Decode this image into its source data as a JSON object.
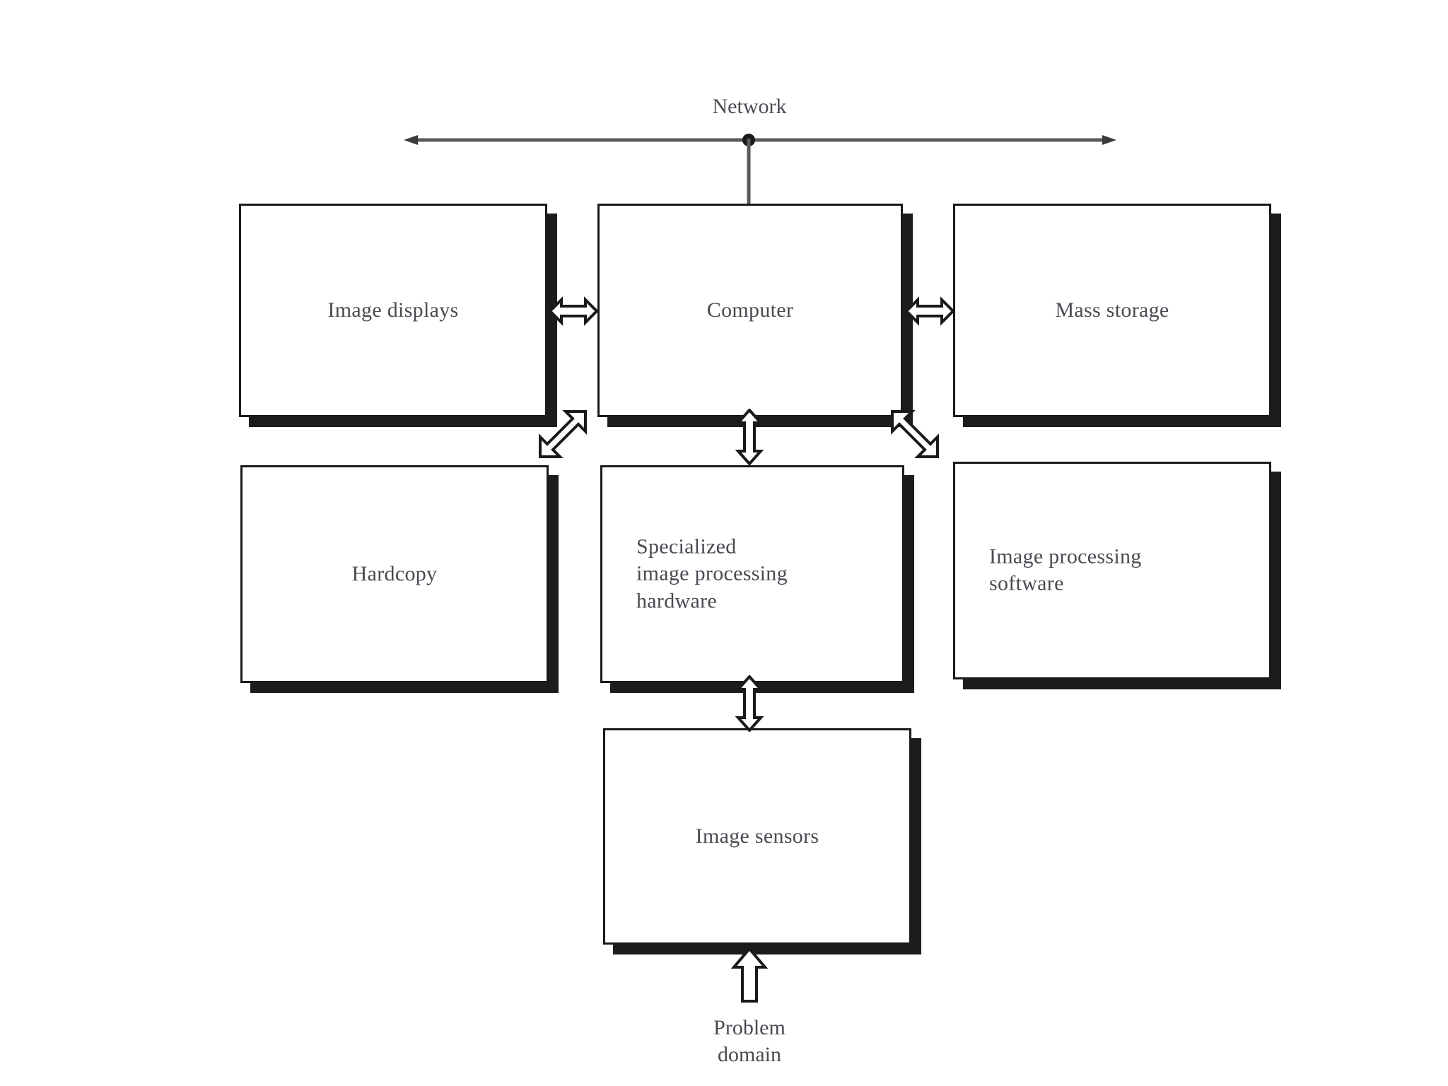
{
  "diagram": {
    "title_label": "Network",
    "problem_domain_label": "Problem\ndomain",
    "nodes": [
      {
        "id": "image-displays",
        "label": "Image displays"
      },
      {
        "id": "computer",
        "label": "Computer"
      },
      {
        "id": "mass-storage",
        "label": "Mass storage"
      },
      {
        "id": "hardcopy",
        "label": "Hardcopy"
      },
      {
        "id": "specialized-hw",
        "label": "Specialized\nimage processing\nhardware"
      },
      {
        "id": "ip-software",
        "label": "Image processing\nsoftware"
      },
      {
        "id": "image-sensors",
        "label": "Image sensors"
      }
    ],
    "connectors": [
      {
        "id": "network-bus",
        "kind": "line-double-arrow-horizontal"
      },
      {
        "id": "network-drop",
        "kind": "line-vertical"
      },
      {
        "id": "displays-computer",
        "kind": "block-arrow-double-horizontal"
      },
      {
        "id": "computer-storage",
        "kind": "block-arrow-double-horizontal"
      },
      {
        "id": "computer-specialized",
        "kind": "block-arrow-double-vertical"
      },
      {
        "id": "displays-hardcopy-diag",
        "kind": "block-arrow-double-diagonal-up-right"
      },
      {
        "id": "storage-software-diag",
        "kind": "block-arrow-double-diagonal-up-left"
      },
      {
        "id": "specialized-sensors",
        "kind": "block-arrow-double-vertical"
      },
      {
        "id": "problem-domain-arrow",
        "kind": "block-arrow-single-up"
      }
    ],
    "colors": {
      "background": "#ffffff",
      "box_fill": "#ffffff",
      "box_border": "#1a1a1a",
      "box_shadow": "#1c1c1c",
      "text": "#4a4a52",
      "line": "#5a5a5a",
      "arrow_outline": "#1a1a1a",
      "arrow_fill": "#ffffff"
    }
  }
}
